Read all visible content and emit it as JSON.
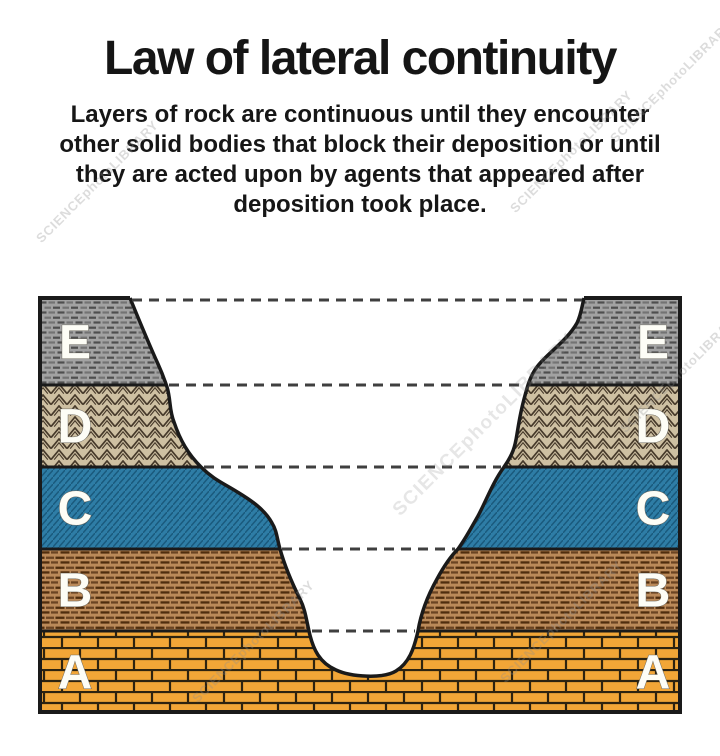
{
  "title": "Law of lateral continuity",
  "subtitle_lines": [
    "Layers of rock are continuous until they encounter",
    "other solid bodies that block their deposition or until",
    "they are acted upon by agents that appeared after",
    "deposition took place."
  ],
  "watermark": "SCIENCEphotoLIBRARY",
  "diagram": {
    "type": "geological cross-section with eroded valley",
    "dashed_line_meaning": "inferred original lateral continuity of each layer across the valley",
    "valley": "white eroded valley cutting down through layers E to A",
    "layers": [
      {
        "label": "E",
        "fill_color": "#a2a2a2",
        "accent_color": "#4e4e4e",
        "texture": "gray horizontal-dash shale"
      },
      {
        "label": "D",
        "fill_color": "#cec0a2",
        "accent_color": "#46392a",
        "texture": "tan chevron lattice"
      },
      {
        "label": "C",
        "fill_color": "#2e7da6",
        "accent_color": "#1a5a7d",
        "texture": "blue diagonal hatch"
      },
      {
        "label": "B",
        "fill_color": "#bb8a59",
        "accent_color": "#4f2d0d",
        "texture": "brown horizontal dashes"
      },
      {
        "label": "A",
        "fill_color": "#f2a637",
        "accent_color": "#2d2310",
        "texture": "orange brick"
      }
    ]
  }
}
